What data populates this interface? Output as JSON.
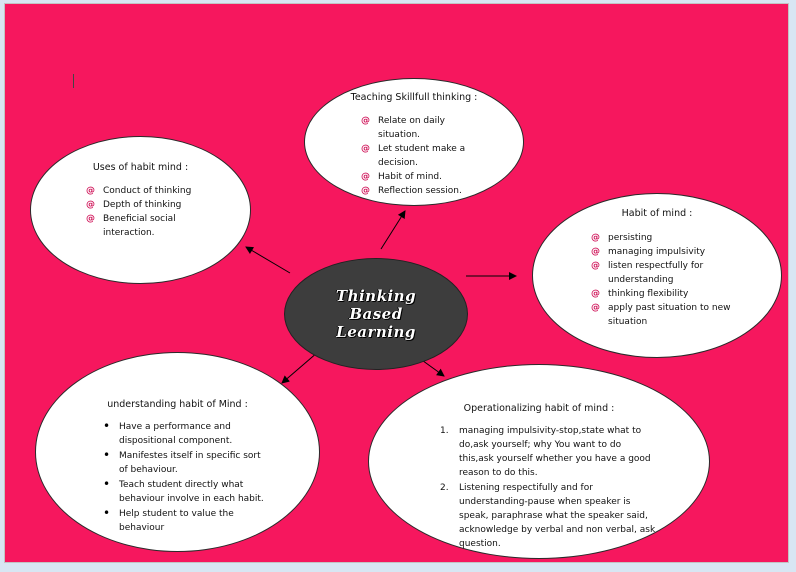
{
  "center": {
    "lines": [
      "Thinking",
      "Based",
      "Learning"
    ]
  },
  "uses_habit_mind": {
    "title": "Uses of habit mind :",
    "items": [
      "Conduct of thinking",
      "Depth of thinking",
      "Beneficial social interaction."
    ]
  },
  "teaching_skillfull": {
    "title": "Teaching Skillfull thinking :",
    "items": [
      "Relate on daily situation.",
      "Let student make a decision.",
      "Habit of mind.",
      "Reflection session."
    ]
  },
  "habit_of_mind": {
    "title": "Habit of mind :",
    "items": [
      "persisting",
      "managing impulsivity",
      "listen respectfully  for understanding",
      "thinking flexibility",
      "apply past situation  to new situation"
    ]
  },
  "understanding_habit": {
    "title": "understanding habit of Mind :",
    "items": [
      "Have a performance and dispositional  component.",
      "Manifestes itself in specific sort of behaviour.",
      "Teach student directly  what behaviour involve in each habit.",
      "Help student  to value the behaviour"
    ]
  },
  "operationalizing": {
    "title": "Operationalizing  habit of mind :",
    "items": [
      {
        "num": "1.",
        "text": "managing impulsivity-stop,state   what to do,ask yourself; why You want to do this,ask yourself whether  you have a good reason to do this."
      },
      {
        "num": "2.",
        "text": "Listening respectifully  and for understanding-pause when speaker is speak, paraphrase what the speaker said, acknowledge  by verbal and non verbal, ask question."
      }
    ]
  },
  "colors": {
    "slide_background": "#f6175e",
    "center_fill": "#3d3d3d",
    "bullet_at": "#d0155a"
  }
}
